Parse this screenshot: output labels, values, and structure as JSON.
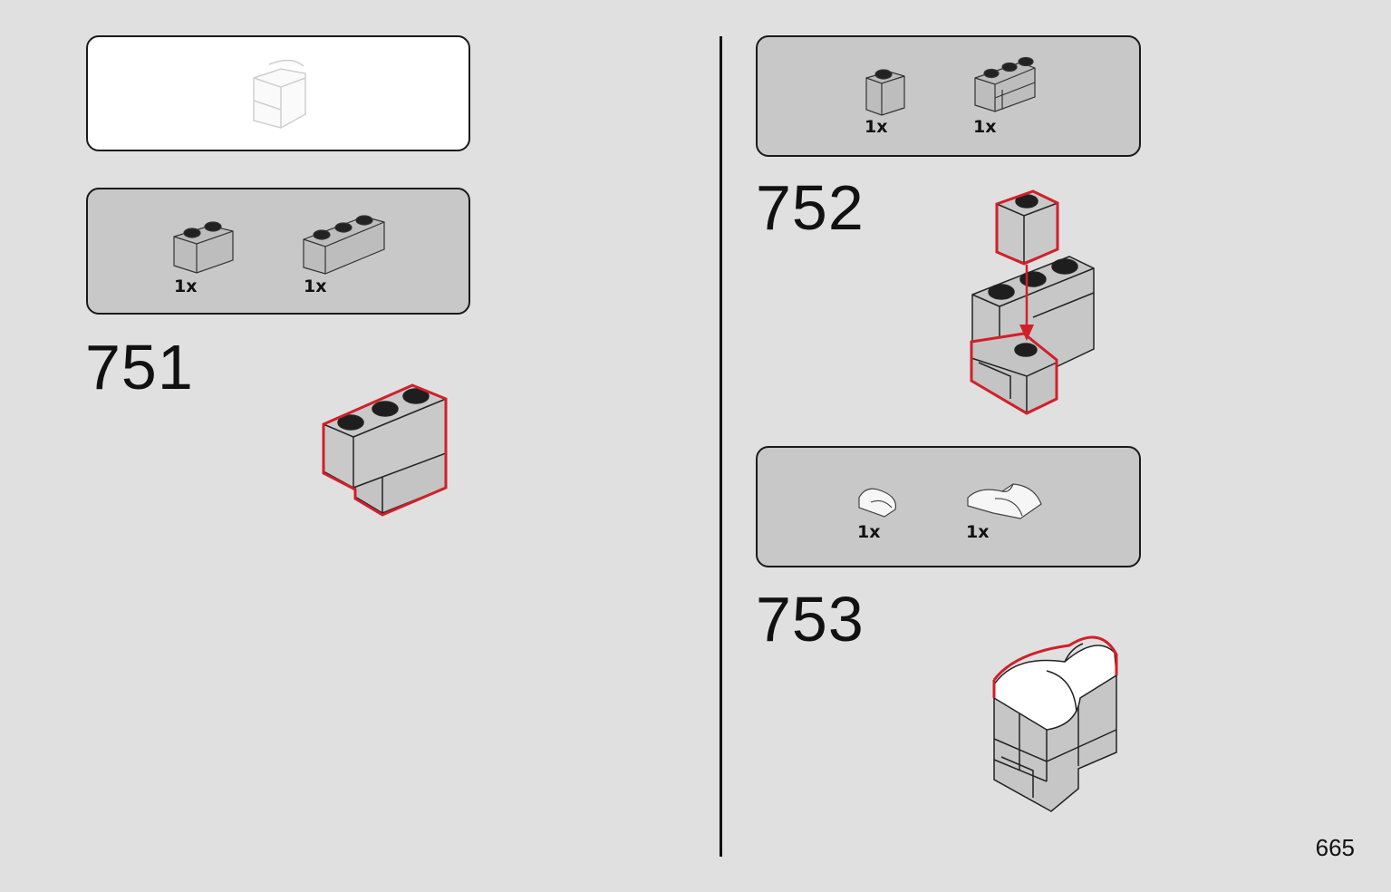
{
  "page_number": "665",
  "steps": [
    {
      "number": "751",
      "parts": [
        {
          "name": "brick 1x2 grey",
          "qty": "1x"
        },
        {
          "name": "brick 1x3 grey",
          "qty": "1x"
        }
      ]
    },
    {
      "number": "752",
      "parts": [
        {
          "name": "brick 1x1 grey",
          "qty": "1x"
        },
        {
          "name": "sub-assembly grey",
          "qty": "1x"
        }
      ]
    },
    {
      "number": "753",
      "parts": [
        {
          "name": "curved slope white",
          "qty": "1x"
        },
        {
          "name": "curved corner white",
          "qty": "1x"
        }
      ]
    }
  ],
  "colors": {
    "background": "#e0e0e0",
    "callout_grey": "#c8c8c8",
    "brick_grey": "#c9c9c9",
    "highlight_red": "#d0202a",
    "white_part": "#ffffff"
  }
}
